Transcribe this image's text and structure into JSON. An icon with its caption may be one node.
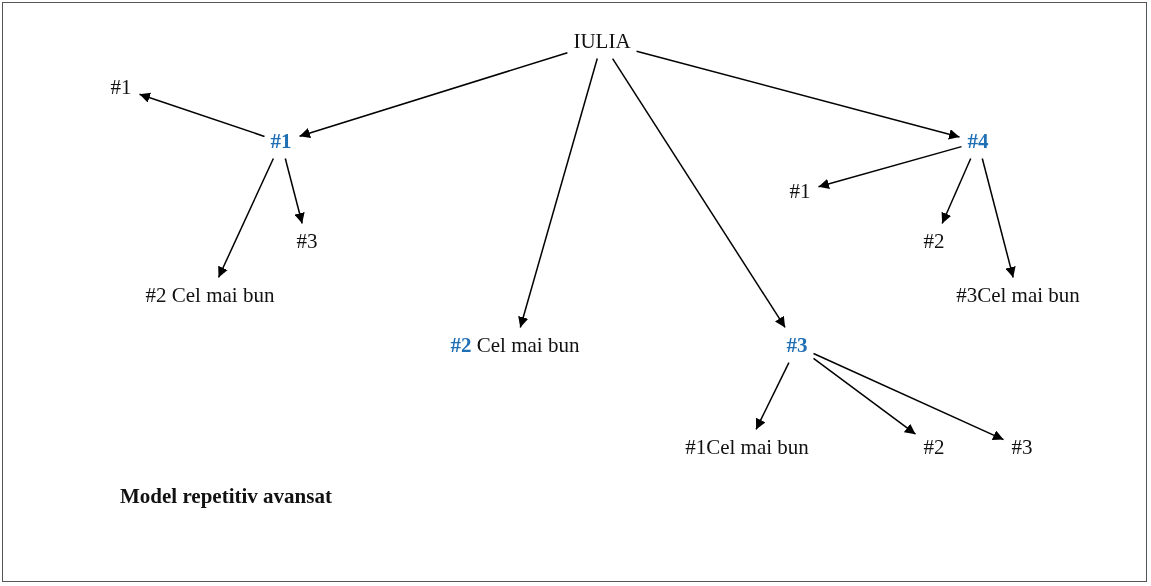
{
  "diagram": {
    "caption": "Model repetitiv avansat",
    "nodes": [
      {
        "text": [
          "IULIA"
        ]
      },
      {
        "text": [
          "#1"
        ]
      },
      {
        "text": [
          "#1"
        ]
      },
      {
        "text": [
          "#3"
        ]
      },
      {
        "text": [
          "#2 Cel mai bun"
        ]
      },
      {
        "text": [
          "**#2** Cel mai bun"
        ]
      },
      {
        "text": [
          "#3"
        ]
      },
      {
        "text": [
          "#1Cel mai bun"
        ]
      },
      {
        "text": [
          "#2"
        ]
      },
      {
        "text": [
          "#3"
        ]
      },
      {
        "text": [
          "#4"
        ]
      },
      {
        "text": [
          "#1"
        ]
      },
      {
        "text": [
          "#2"
        ]
      },
      {
        "text": [
          "#3Cel mai bun"
        ]
      }
    ],
    "edges": [
      {
        "from": 0,
        "to": 1,
        "arrow": "to"
      },
      {
        "from": 1,
        "to": 2,
        "arrow": "to"
      },
      {
        "from": 1,
        "to": 3,
        "arrow": "to"
      },
      {
        "from": 1,
        "to": 4,
        "arrow": "to"
      },
      {
        "from": 0,
        "to": 5,
        "arrow": "to"
      },
      {
        "from": 0,
        "to": 6,
        "arrow": "to"
      },
      {
        "from": 6,
        "to": 7,
        "arrow": "to"
      },
      {
        "from": 6,
        "to": 8,
        "arrow": "to"
      },
      {
        "from": 6,
        "to": 9,
        "arrow": "to"
      },
      {
        "from": 0,
        "to": 10,
        "arrow": "to"
      },
      {
        "from": 10,
        "to": 11,
        "arrow": "to"
      },
      {
        "from": 10,
        "to": 12,
        "arrow": "to"
      },
      {
        "from": 10,
        "to": 13,
        "arrow": "to"
      }
    ]
  }
}
